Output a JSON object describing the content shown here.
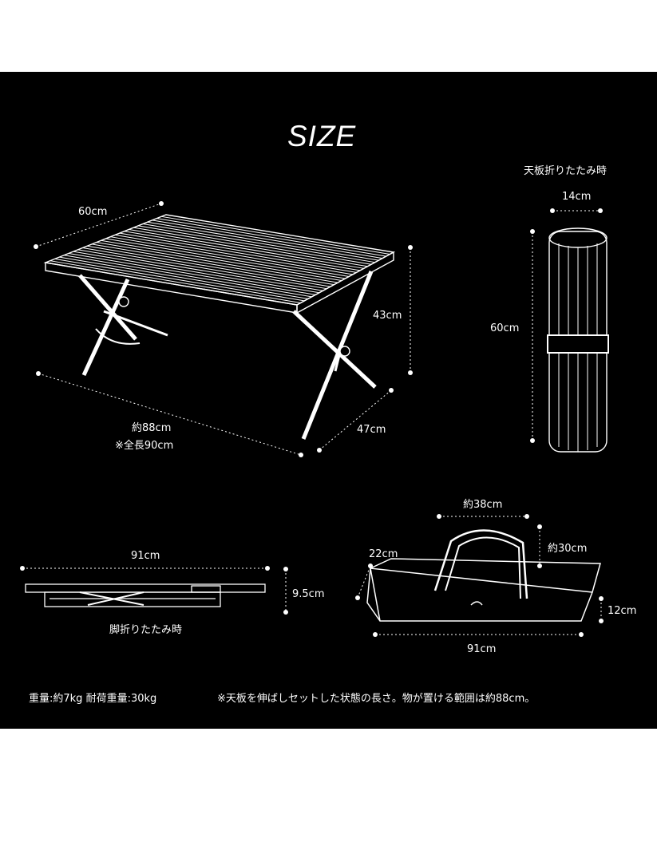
{
  "title": "SIZE",
  "table": {
    "width_label": "60cm",
    "length_label": "約88cm",
    "length_note": "※全長90cm",
    "depth_label": "47cm",
    "height_label": "43cm"
  },
  "rolled_top": {
    "caption": "天板折りたたみ時",
    "width_label": "14cm",
    "height_label": "60cm"
  },
  "folded_legs": {
    "caption": "脚折りたたみ時",
    "width_label": "91cm",
    "height_label": "9.5cm"
  },
  "bag": {
    "handle_width_label": "約38cm",
    "handle_height_label": "約30cm",
    "depth_label": "22cm",
    "height_label": "12cm",
    "width_label": "91cm"
  },
  "footer": {
    "weight": "重量:約7kg 耐荷重量:30kg",
    "note": "※天板を伸ばしセットした状態の長さ。物が置ける範囲は約88cm。"
  },
  "colors": {
    "background": "#000000",
    "foreground": "#ffffff",
    "page": "#ffffff"
  }
}
